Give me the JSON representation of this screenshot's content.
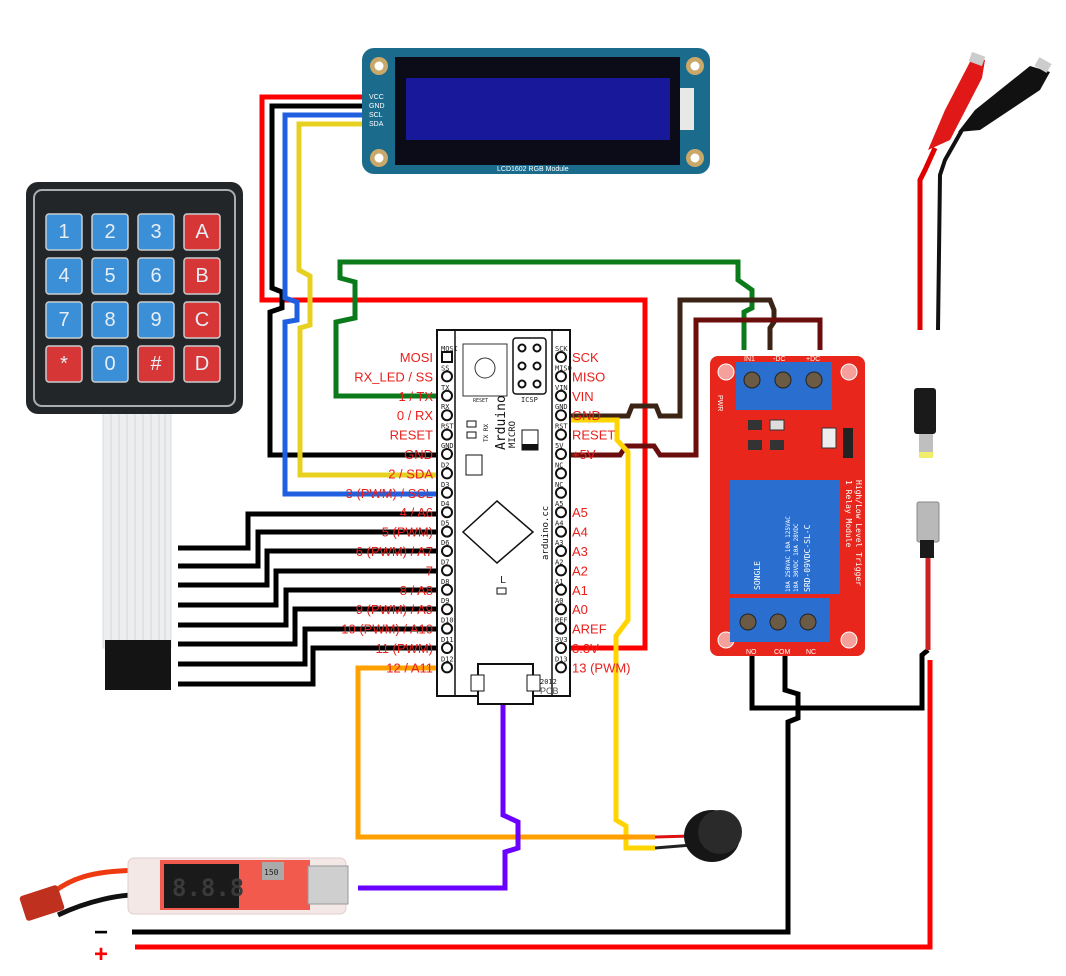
{
  "title": "Arduino Micro keypad / LCD / relay wiring diagram",
  "colors": {
    "red": "#ff0000",
    "black": "#000000",
    "blue": "#1f5fe0",
    "yellow": "#e8d020",
    "yellow_bright": "#ffd400",
    "green": "#0a7a1a",
    "brown": "#3b2415",
    "dark_red": "#6b0d0d",
    "orange": "#ffa000",
    "purple": "#6a00ff",
    "pin_label": "#e8201c"
  },
  "lcd": {
    "pins": [
      "VCC",
      "GND",
      "SCL",
      "SDA"
    ],
    "caption": "LCD1602 RGB Module"
  },
  "keypad": {
    "keys": [
      {
        "label": "1",
        "color": "blue"
      },
      {
        "label": "2",
        "color": "blue"
      },
      {
        "label": "3",
        "color": "blue"
      },
      {
        "label": "A",
        "color": "red"
      },
      {
        "label": "4",
        "color": "blue"
      },
      {
        "label": "5",
        "color": "blue"
      },
      {
        "label": "6",
        "color": "blue"
      },
      {
        "label": "B",
        "color": "red"
      },
      {
        "label": "7",
        "color": "blue"
      },
      {
        "label": "8",
        "color": "blue"
      },
      {
        "label": "9",
        "color": "blue"
      },
      {
        "label": "C",
        "color": "red"
      },
      {
        "label": "*",
        "color": "red"
      },
      {
        "label": "0",
        "color": "blue"
      },
      {
        "label": "#",
        "color": "red"
      },
      {
        "label": "D",
        "color": "red"
      }
    ]
  },
  "arduino": {
    "name": "Arduino",
    "model": "MICRO",
    "site": "arduino.cc",
    "icsp": "ICSP",
    "reset": "RESET",
    "tx_rx": "TX RX",
    "led": "L",
    "pcb": "PCB",
    "year": "2012",
    "left_pins": [
      {
        "silk": "MOSI",
        "label": "MOSI"
      },
      {
        "silk": "SS",
        "label": "RX_LED / SS"
      },
      {
        "silk": "TX",
        "label": "1 / TX"
      },
      {
        "silk": "RX",
        "label": "0 / RX"
      },
      {
        "silk": "RST",
        "label": "RESET"
      },
      {
        "silk": "GND",
        "label": "GND"
      },
      {
        "silk": "D2",
        "label": "2 / SDA"
      },
      {
        "silk": "D3",
        "label": "3 (PWM) / SCL"
      },
      {
        "silk": "D4",
        "label": "4 / A6"
      },
      {
        "silk": "D5",
        "label": "5 (PWM)"
      },
      {
        "silk": "D6",
        "label": "6 (PWM) / A7"
      },
      {
        "silk": "D7",
        "label": "7"
      },
      {
        "silk": "D8",
        "label": "8 / A8"
      },
      {
        "silk": "D9",
        "label": "9 (PWM) / A9"
      },
      {
        "silk": "D10",
        "label": "10 (PWM) / A10"
      },
      {
        "silk": "D11",
        "label": "11 (PWM)"
      },
      {
        "silk": "D12",
        "label": "12 / A11"
      }
    ],
    "right_pins": [
      {
        "silk": "SCK",
        "label": "SCK"
      },
      {
        "silk": "MISO",
        "label": "MISO"
      },
      {
        "silk": "VIN",
        "label": "VIN"
      },
      {
        "silk": "GND",
        "label": "GND"
      },
      {
        "silk": "RST",
        "label": "RESET"
      },
      {
        "silk": "5V",
        "label": "+5V"
      },
      {
        "silk": "NC",
        "label": ""
      },
      {
        "silk": "NC",
        "label": ""
      },
      {
        "silk": "A5",
        "label": "A5"
      },
      {
        "silk": "A4",
        "label": "A4"
      },
      {
        "silk": "A3",
        "label": "A3"
      },
      {
        "silk": "A2",
        "label": "A2"
      },
      {
        "silk": "A1",
        "label": "A1"
      },
      {
        "silk": "A0",
        "label": "A0"
      },
      {
        "silk": "REF",
        "label": "AREF"
      },
      {
        "silk": "3V3",
        "label": "3.3V"
      },
      {
        "silk": "D13",
        "label": "13 (PWM)"
      }
    ]
  },
  "relay": {
    "top_terminals": [
      "IN1",
      "-DC",
      "+DC"
    ],
    "bottom_terminals": [
      "NO",
      "COM",
      "NC"
    ],
    "pwr": "PWR",
    "relay_brand": "SONGLE",
    "relay_model": "SRD-09VDC-SL-C",
    "relay_rating1": "10A 250VAC 10A 125VAC",
    "relay_rating2": "10A 30VDC 10A 28VDC",
    "module_text1": "1 Relay Module",
    "module_text2": "High/Low Level Trigger"
  },
  "converter": {
    "display": "8.8.8",
    "inductor": "150"
  },
  "power_legend": {
    "minus": "−",
    "plus": "+"
  }
}
